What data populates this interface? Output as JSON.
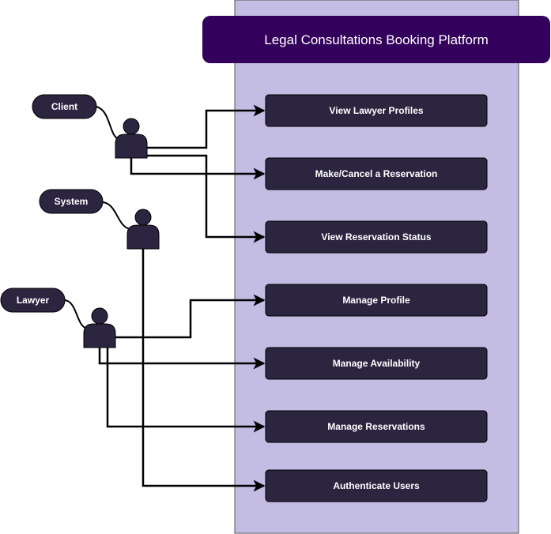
{
  "title": "Legal Consultations Booking Platform",
  "colors": {
    "boundary_fill": "#c3bce3",
    "boundary_stroke": "#555555",
    "header_fill": "#33005b",
    "node_fill": "#2b2540",
    "edge": "#000000"
  },
  "actors": [
    {
      "id": "client",
      "label": "Client"
    },
    {
      "id": "system",
      "label": "System"
    },
    {
      "id": "lawyer",
      "label": "Lawyer"
    }
  ],
  "use_cases": [
    {
      "id": "view-lawyer-profiles",
      "label": "View Lawyer Profiles"
    },
    {
      "id": "make-cancel-reservation",
      "label": "Make/Cancel a Reservation"
    },
    {
      "id": "view-reservation-status",
      "label": "View Reservation Status"
    },
    {
      "id": "manage-profile",
      "label": "Manage Profile"
    },
    {
      "id": "manage-availability",
      "label": "Manage Availability"
    },
    {
      "id": "manage-reservations",
      "label": "Manage Reservations"
    },
    {
      "id": "authenticate-users",
      "label": "Authenticate Users"
    }
  ],
  "associations": [
    {
      "from": "client",
      "to": "view-lawyer-profiles"
    },
    {
      "from": "client",
      "to": "make-cancel-reservation"
    },
    {
      "from": "client",
      "to": "view-reservation-status"
    },
    {
      "from": "lawyer",
      "to": "manage-profile"
    },
    {
      "from": "lawyer",
      "to": "manage-availability"
    },
    {
      "from": "lawyer",
      "to": "manage-reservations"
    },
    {
      "from": "system",
      "to": "authenticate-users"
    }
  ]
}
